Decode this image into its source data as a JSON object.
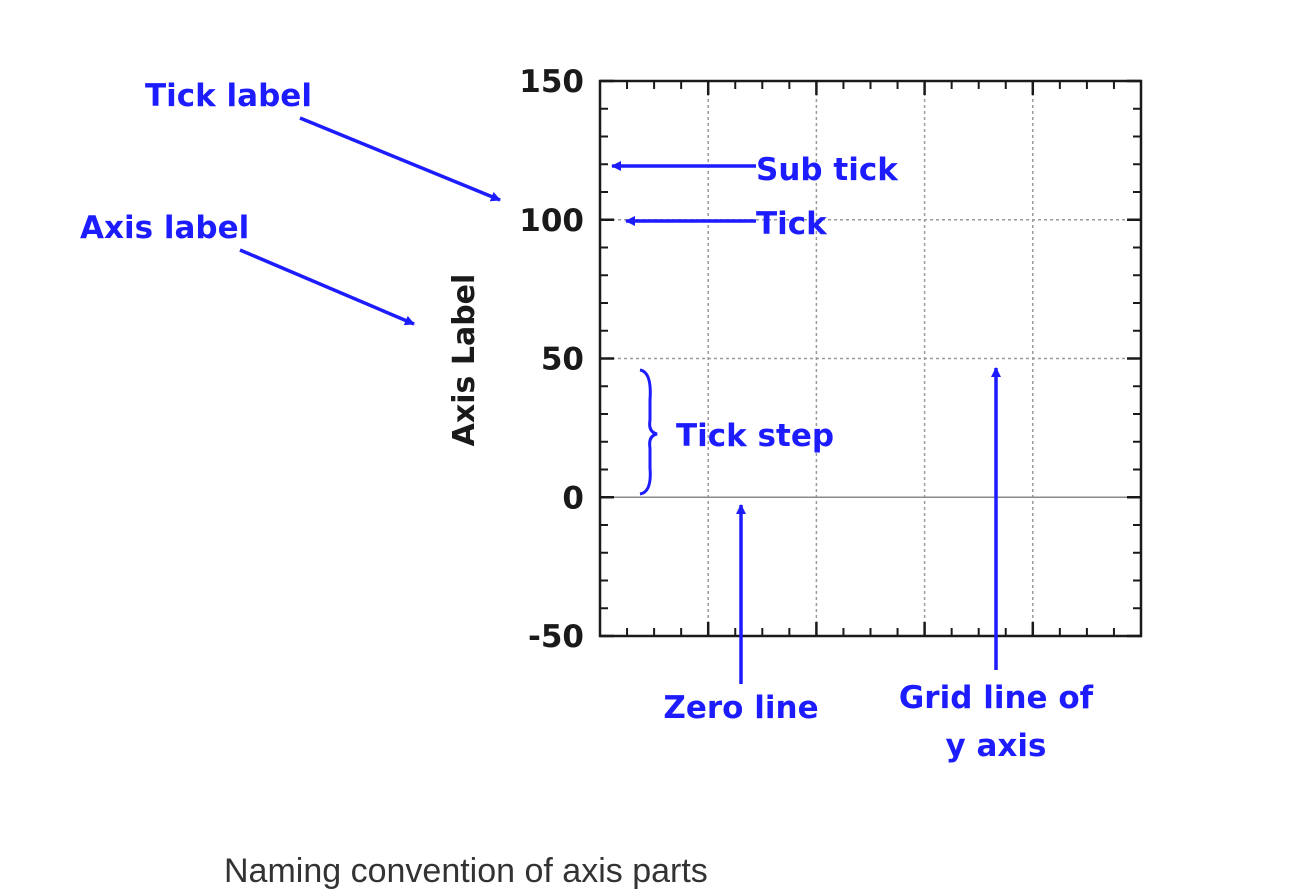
{
  "figure": {
    "caption": "Naming convention of axis parts",
    "axis_label": "Axis Label",
    "annotation_color": "#1c1cff",
    "annotations": {
      "tick_label": "Tick label",
      "axis_label": "Axis label",
      "sub_tick": "Sub tick",
      "tick": "Tick",
      "tick_step": "Tick step",
      "zero_line": "Zero line",
      "grid_line_1": "Grid line of",
      "grid_line_2": "y axis"
    }
  },
  "chart_data": {
    "type": "line",
    "y_ticks": [
      "150",
      "100",
      "50",
      "0",
      "-50"
    ],
    "ylim": [
      -50,
      150
    ],
    "y_tick_values": [
      150,
      100,
      50,
      0,
      -50
    ],
    "y_minor_per_major": 5,
    "x_major_divisions": 5,
    "x_minor_per_major": 4,
    "grid": true,
    "zero_line": true,
    "series": []
  }
}
